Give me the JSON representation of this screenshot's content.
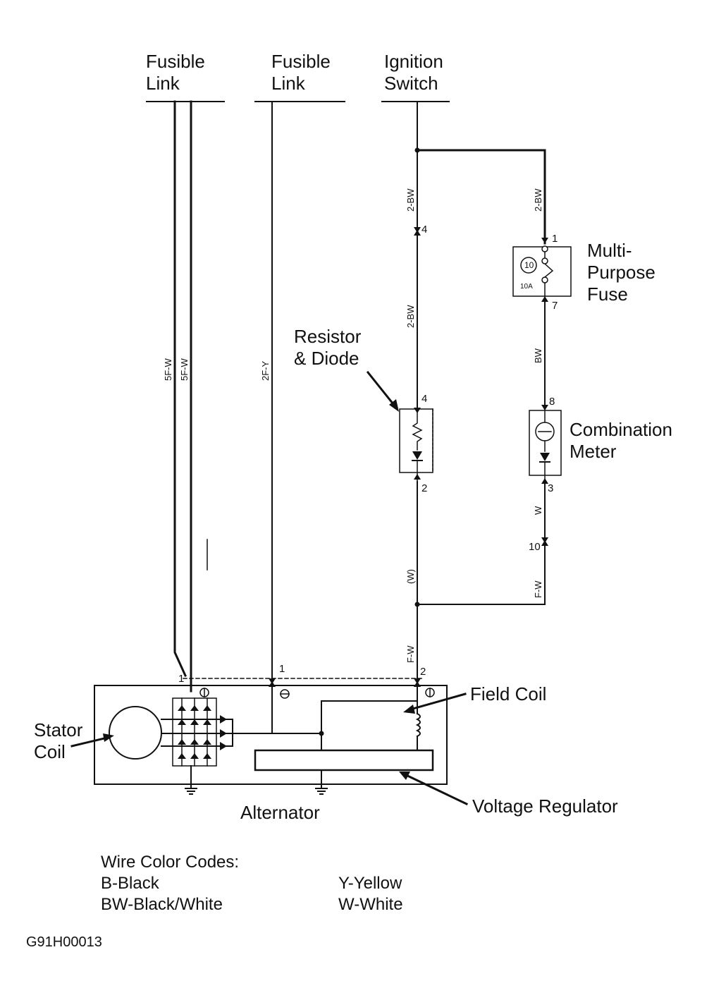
{
  "labels": {
    "fusible_link_1": [
      "Fusible",
      "Link"
    ],
    "fusible_link_2": [
      "Fusible",
      "Link"
    ],
    "ignition_switch": [
      "Ignition",
      "Switch"
    ],
    "multi_purpose_fuse": [
      "Multi-",
      "Purpose",
      "Fuse"
    ],
    "resistor_diode": [
      "Resistor",
      "& Diode"
    ],
    "combination_meter": [
      "Combination",
      "Meter"
    ],
    "field_coil": "Field Coil",
    "stator_coil": [
      "Stator",
      "Coil"
    ],
    "alternator": "Alternator",
    "voltage_regulator": "Voltage Regulator"
  },
  "wires": {
    "w1": "5F-W",
    "w2": "5F-W",
    "w3": "2F-Y",
    "w4": "2-BW",
    "w5": "2-BW",
    "w6": "2-BW",
    "w7": "BW",
    "w8": "W",
    "w9": "(W)",
    "w10": "F-W",
    "w11": "F-W"
  },
  "pins": {
    "p_ign_4a": "4",
    "p_res_4": "4",
    "p_res_2": "2",
    "p_fuse_1": "1",
    "p_fuse_7": "7",
    "p_meter_8": "8",
    "p_meter_3": "3",
    "p_10": "10",
    "p_alt_1a": "1",
    "p_alt_1b": "1",
    "p_alt_2": "2"
  },
  "fuse": {
    "number": "10",
    "rating": "10A"
  },
  "legend": {
    "title": "Wire Color Codes:",
    "items_left": [
      "B-Black",
      "BW-Black/White"
    ],
    "items_right": [
      "Y-Yellow",
      "W-White"
    ]
  },
  "figure_code": "G91H00013"
}
